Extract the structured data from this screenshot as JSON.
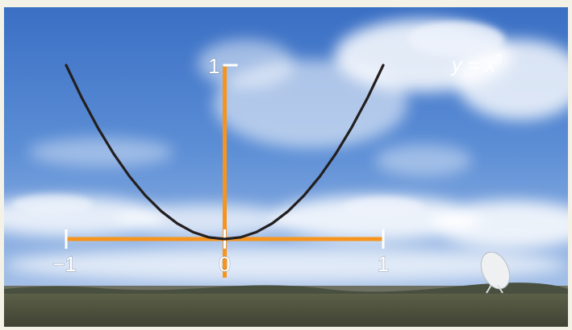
{
  "chart_data": {
    "type": "line",
    "title": "",
    "xlabel": "",
    "ylabel": "",
    "xlim": [
      -1,
      1
    ],
    "ylim": [
      0,
      1
    ],
    "x_ticks": [
      "−1",
      "0",
      "1"
    ],
    "y_ticks": [
      "1"
    ],
    "series": [
      {
        "x": [
          -1,
          -0.9,
          -0.8,
          -0.7,
          -0.6,
          -0.5,
          -0.4,
          -0.3,
          -0.2,
          -0.1,
          0,
          0.1,
          0.2,
          0.3,
          0.4,
          0.5,
          0.6,
          0.7,
          0.8,
          0.9,
          1
        ],
        "y": [
          1,
          0.81,
          0.64,
          0.49,
          0.36,
          0.25,
          0.16,
          0.09,
          0.04,
          0.01,
          0,
          0.01,
          0.04,
          0.09,
          0.16,
          0.25,
          0.36,
          0.49,
          0.64,
          0.81,
          1
        ]
      }
    ],
    "annotation": {
      "base": "y = x",
      "exponent": "2"
    },
    "grid": false,
    "colors": {
      "axis": "#f7941d",
      "curve": "#231f20",
      "ticks": "#ffffff",
      "label": "#ffffff"
    }
  }
}
